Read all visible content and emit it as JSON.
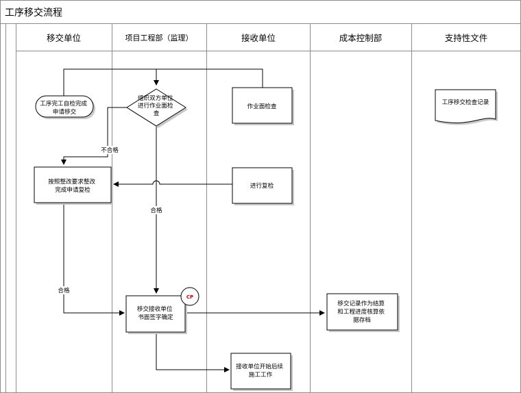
{
  "diagram": {
    "title": "工序移交流程",
    "lanes": [
      "移交单位",
      "项目工程部（监理）",
      "接收单位",
      "成本控制部",
      "支持性文件"
    ],
    "nodes": {
      "handover_apply": [
        "工序完工自检完成",
        "申请移交"
      ],
      "organize_inspect": [
        "组织双方单位",
        "进行作业面检",
        "查"
      ],
      "surface_check": [
        "作业面检查"
      ],
      "rectify": [
        "按照整改要求整改",
        "完成申请复检"
      ],
      "recheck": [
        "进行复检"
      ],
      "confirm_sign": [
        "移交接收单位",
        "书面签字确定"
      ],
      "cost_record": [
        "移交记录作为结算",
        "和工程进度核算依",
        "据存档"
      ],
      "receive_start": [
        "接收单位开始后续",
        "施工工作"
      ],
      "doc_record": [
        "工序移交检查记录"
      ]
    },
    "conditions": {
      "fail": "不合格",
      "pass_middle": "合格",
      "pass_left": "合格"
    },
    "cp_badge": "CP"
  }
}
